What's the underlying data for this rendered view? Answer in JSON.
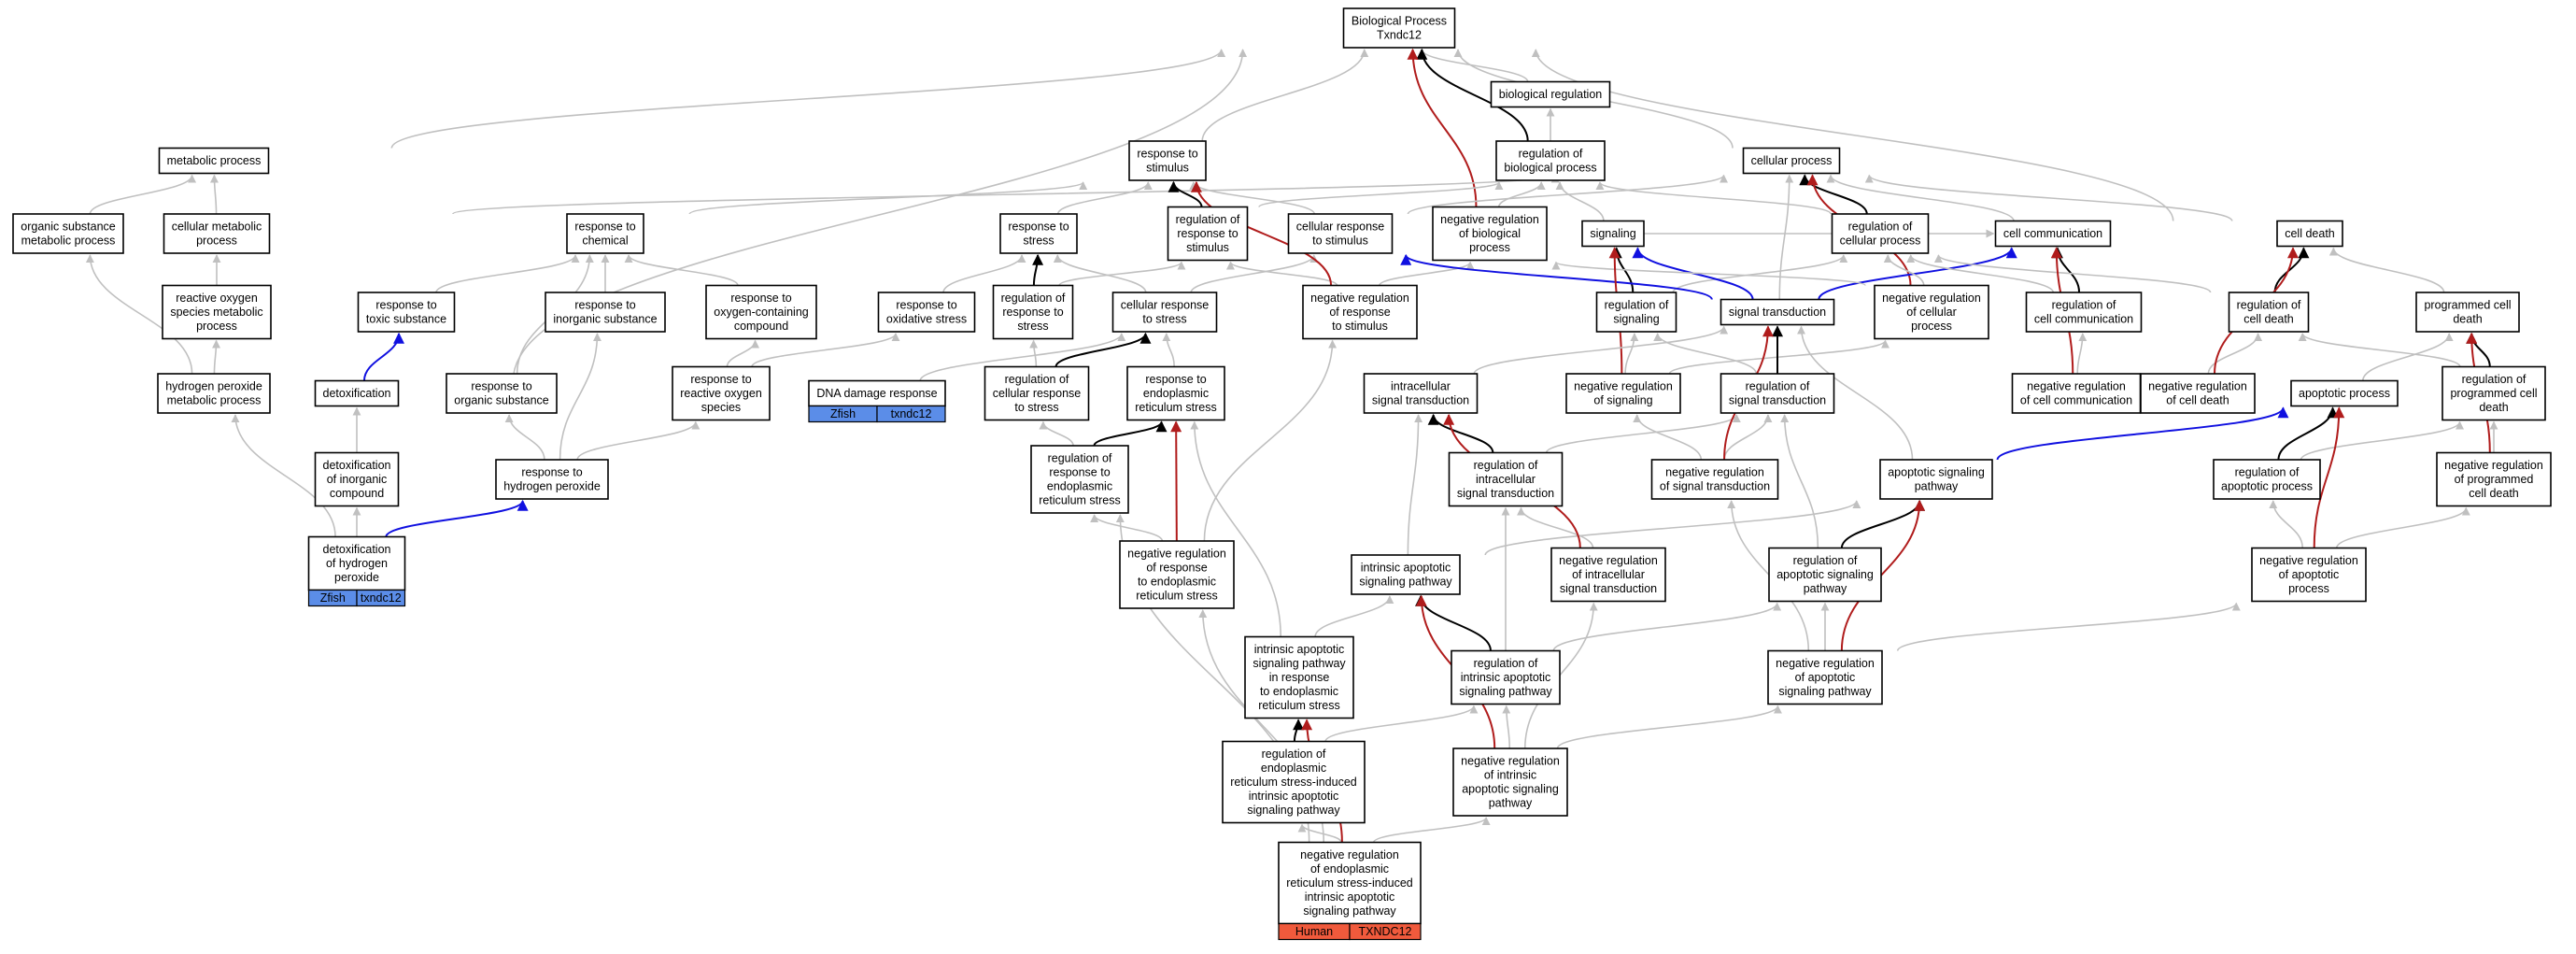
{
  "colors": {
    "node_fill": "#ffffff",
    "node_stroke": "#000000",
    "edge_is_a": "#c0c0c0",
    "edge_regulates": "#000000",
    "edge_negatively_regulates": "#b01c1c",
    "edge_positively_or_part": "#1010e0",
    "tag_zfish": "#5b8de8",
    "tag_human": "#f05a3c"
  },
  "nodes": [
    {
      "id": "bp",
      "lines": [
        "Biological Process",
        "Txndc12"
      ]
    },
    {
      "id": "biolreg",
      "lines": [
        "biological regulation"
      ]
    },
    {
      "id": "metab",
      "lines": [
        "metabolic process"
      ]
    },
    {
      "id": "rstim",
      "lines": [
        "response to",
        "stimulus"
      ]
    },
    {
      "id": "regbp",
      "lines": [
        "regulation of",
        "biological process"
      ]
    },
    {
      "id": "cellproc",
      "lines": [
        "cellular process"
      ]
    },
    {
      "id": "orgsub",
      "lines": [
        "organic substance",
        "metabolic process"
      ]
    },
    {
      "id": "cellmet",
      "lines": [
        "cellular metabolic",
        "process"
      ]
    },
    {
      "id": "rchem",
      "lines": [
        "response to",
        "chemical"
      ]
    },
    {
      "id": "rstress",
      "lines": [
        "response to",
        "stress"
      ]
    },
    {
      "id": "regrstim",
      "lines": [
        "regulation of",
        "response to",
        "stimulus"
      ]
    },
    {
      "id": "crstim",
      "lines": [
        "cellular response",
        "to stimulus"
      ]
    },
    {
      "id": "negregbp",
      "lines": [
        "negative regulation",
        "of biological",
        "process"
      ]
    },
    {
      "id": "signaling",
      "lines": [
        "signaling"
      ]
    },
    {
      "id": "regcp",
      "lines": [
        "regulation of",
        "cellular process"
      ]
    },
    {
      "id": "cellcomm",
      "lines": [
        "cell communication"
      ]
    },
    {
      "id": "celldeath",
      "lines": [
        "cell death"
      ]
    },
    {
      "id": "ros",
      "lines": [
        "reactive oxygen",
        "species metabolic",
        "process"
      ]
    },
    {
      "id": "rtoxic",
      "lines": [
        "response to",
        "toxic substance"
      ]
    },
    {
      "id": "rinorg",
      "lines": [
        "response to",
        "inorganic substance"
      ]
    },
    {
      "id": "roxy",
      "lines": [
        "response to",
        "oxygen-containing",
        "compound"
      ]
    },
    {
      "id": "roxstress",
      "lines": [
        "response to",
        "oxidative stress"
      ]
    },
    {
      "id": "regrstress",
      "lines": [
        "regulation of",
        "response to",
        "stress"
      ]
    },
    {
      "id": "crstress",
      "lines": [
        "cellular response",
        "to stress"
      ]
    },
    {
      "id": "negregrstim",
      "lines": [
        "negative regulation",
        "of response",
        "to stimulus"
      ]
    },
    {
      "id": "regsig",
      "lines": [
        "regulation of",
        "signaling"
      ]
    },
    {
      "id": "sigtrans",
      "lines": [
        "signal transduction"
      ]
    },
    {
      "id": "negregcp",
      "lines": [
        "negative regulation",
        "of cellular",
        "process"
      ]
    },
    {
      "id": "regcellcomm",
      "lines": [
        "regulation of",
        "cell communication"
      ]
    },
    {
      "id": "regcd",
      "lines": [
        "regulation of",
        "cell death"
      ]
    },
    {
      "id": "pcd",
      "lines": [
        "programmed cell",
        "death"
      ]
    },
    {
      "id": "h2o2met",
      "lines": [
        "hydrogen peroxide",
        "metabolic process"
      ]
    },
    {
      "id": "detox",
      "lines": [
        "detoxification"
      ]
    },
    {
      "id": "rorgsub",
      "lines": [
        "response to",
        "organic substance"
      ]
    },
    {
      "id": "rros",
      "lines": [
        "response to",
        "reactive oxygen",
        "species"
      ]
    },
    {
      "id": "dnadmg",
      "lines": [
        "DNA damage response"
      ],
      "tags": [
        {
          "label": "Zfish",
          "color": "#5b8de8"
        },
        {
          "label": "txndc12",
          "color": "#5b8de8"
        }
      ]
    },
    {
      "id": "regcrstress",
      "lines": [
        "regulation of",
        "cellular response",
        "to stress"
      ]
    },
    {
      "id": "rer",
      "lines": [
        "response to",
        "endoplasmic",
        "reticulum stress"
      ]
    },
    {
      "id": "intrsig",
      "lines": [
        "intracellular",
        "signal transduction"
      ]
    },
    {
      "id": "negregsig",
      "lines": [
        "negative regulation",
        "of signaling"
      ]
    },
    {
      "id": "regsigtrans",
      "lines": [
        "regulation of",
        "signal transduction"
      ]
    },
    {
      "id": "negregcellcomm",
      "lines": [
        "negative regulation",
        "of cell communication"
      ]
    },
    {
      "id": "negregcd",
      "lines": [
        "negative regulation",
        "of cell death"
      ]
    },
    {
      "id": "apoproc",
      "lines": [
        "apoptotic process"
      ]
    },
    {
      "id": "regpcd",
      "lines": [
        "regulation of",
        "programmed cell",
        "death"
      ]
    },
    {
      "id": "detoxinorg",
      "lines": [
        "detoxification",
        "of inorganic",
        "compound"
      ]
    },
    {
      "id": "rh2o2",
      "lines": [
        "response to",
        "hydrogen peroxide"
      ]
    },
    {
      "id": "regrer",
      "lines": [
        "regulation of",
        "response to",
        "endoplasmic",
        "reticulum stress"
      ]
    },
    {
      "id": "regintrsig",
      "lines": [
        "regulation of",
        "intracellular",
        "signal transduction"
      ]
    },
    {
      "id": "negregsigtrans",
      "lines": [
        "negative regulation",
        "of signal transduction"
      ]
    },
    {
      "id": "aposig",
      "lines": [
        "apoptotic signaling",
        "pathway"
      ]
    },
    {
      "id": "regapo",
      "lines": [
        "regulation of",
        "apoptotic process"
      ]
    },
    {
      "id": "negregpcd",
      "lines": [
        "negative regulation",
        "of programmed",
        "cell death"
      ]
    },
    {
      "id": "detoxh2o2",
      "lines": [
        "detoxification",
        "of hydrogen",
        "peroxide"
      ],
      "tags": [
        {
          "label": "Zfish",
          "color": "#5b8de8"
        },
        {
          "label": "txndc12",
          "color": "#5b8de8"
        }
      ]
    },
    {
      "id": "negregrer",
      "lines": [
        "negative regulation",
        "of response",
        "to endoplasmic",
        "reticulum stress"
      ]
    },
    {
      "id": "intrapo",
      "lines": [
        "intrinsic apoptotic",
        "signaling pathway"
      ]
    },
    {
      "id": "negregintrsig",
      "lines": [
        "negative regulation",
        "of intracellular",
        "signal transduction"
      ]
    },
    {
      "id": "regaposig",
      "lines": [
        "regulation of",
        "apoptotic signaling",
        "pathway"
      ]
    },
    {
      "id": "negregapo",
      "lines": [
        "negative regulation",
        "of apoptotic",
        "process"
      ]
    },
    {
      "id": "intrapoer",
      "lines": [
        "intrinsic apoptotic",
        "signaling pathway",
        "in response",
        "to endoplasmic",
        "reticulum stress"
      ]
    },
    {
      "id": "regintrapo",
      "lines": [
        "regulation of",
        "intrinsic apoptotic",
        "signaling pathway"
      ]
    },
    {
      "id": "negregaposig",
      "lines": [
        "negative regulation",
        "of apoptotic",
        "signaling pathway"
      ]
    },
    {
      "id": "regerintr",
      "lines": [
        "regulation of",
        "endoplasmic",
        "reticulum stress-induced",
        "intrinsic apoptotic",
        "signaling pathway"
      ]
    },
    {
      "id": "negregintrapo",
      "lines": [
        "negative regulation",
        "of intrinsic",
        "apoptotic signaling",
        "pathway"
      ]
    },
    {
      "id": "target",
      "lines": [
        "negative regulation",
        "of endoplasmic",
        "reticulum stress-induced",
        "intrinsic apoptotic",
        "signaling pathway"
      ],
      "tags": [
        {
          "label": "Human",
          "color": "#f05a3c"
        },
        {
          "label": "TXNDC12",
          "color": "#f05a3c"
        }
      ]
    }
  ],
  "edges": [
    [
      "biolreg",
      "bp",
      "gray"
    ],
    [
      "metab",
      "bp",
      "gray"
    ],
    [
      "rstim",
      "bp",
      "gray"
    ],
    [
      "regbp",
      "bp",
      "black"
    ],
    [
      "regbp",
      "biolreg",
      "gray"
    ],
    [
      "cellproc",
      "bp",
      "gray"
    ],
    [
      "negregbp",
      "bp",
      "red"
    ],
    [
      "detox",
      "bp",
      "gray"
    ],
    [
      "celldeath",
      "bp",
      "gray"
    ],
    [
      "orgsub",
      "metab",
      "gray"
    ],
    [
      "cellmet",
      "metab",
      "gray"
    ],
    [
      "cellmet",
      "cellproc",
      "gray"
    ],
    [
      "rchem",
      "rstim",
      "gray"
    ],
    [
      "rstress",
      "rstim",
      "gray"
    ],
    [
      "regrstim",
      "rstim",
      "black"
    ],
    [
      "regrstim",
      "regbp",
      "gray"
    ],
    [
      "crstim",
      "rstim",
      "gray"
    ],
    [
      "crstim",
      "cellproc",
      "gray"
    ],
    [
      "negregbp",
      "regbp",
      "gray"
    ],
    [
      "signaling",
      "regbp",
      "gray"
    ],
    [
      "regcp",
      "regbp",
      "gray"
    ],
    [
      "regcp",
      "cellproc",
      "black"
    ],
    [
      "cellcomm",
      "cellproc",
      "gray"
    ],
    [
      "celldeath",
      "cellproc",
      "gray"
    ],
    [
      "negregcp",
      "cellproc",
      "red"
    ],
    [
      "sigtrans",
      "cellproc",
      "gray"
    ],
    [
      "ros",
      "cellmet",
      "gray"
    ],
    [
      "h2o2met",
      "orgsub",
      "gray"
    ],
    [
      "h2o2met",
      "ros",
      "gray"
    ],
    [
      "rtoxic",
      "rchem",
      "gray"
    ],
    [
      "rinorg",
      "rchem",
      "gray"
    ],
    [
      "roxy",
      "rchem",
      "gray"
    ],
    [
      "rorgsub",
      "rchem",
      "gray"
    ],
    [
      "roxstress",
      "rstress",
      "gray"
    ],
    [
      "regrstress",
      "rstress",
      "black"
    ],
    [
      "regrstress",
      "regrstim",
      "gray"
    ],
    [
      "crstress",
      "rstress",
      "gray"
    ],
    [
      "crstress",
      "crstim",
      "gray"
    ],
    [
      "negregrstim",
      "regrstim",
      "gray"
    ],
    [
      "negregrstim",
      "negregbp",
      "gray"
    ],
    [
      "negregrstim",
      "rstim",
      "red"
    ],
    [
      "signaling",
      "cellcomm",
      "gray"
    ],
    [
      "regsig",
      "signaling",
      "black"
    ],
    [
      "regsig",
      "regcp",
      "gray"
    ],
    [
      "sigtrans",
      "signaling",
      "blue"
    ],
    [
      "sigtrans",
      "crstim",
      "blue"
    ],
    [
      "sigtrans",
      "cellcomm",
      "blue"
    ],
    [
      "negregcp",
      "regcp",
      "gray"
    ],
    [
      "negregcp",
      "negregbp",
      "gray"
    ],
    [
      "regcellcomm",
      "cellcomm",
      "black"
    ],
    [
      "regcellcomm",
      "regcp",
      "gray"
    ],
    [
      "regcd",
      "celldeath",
      "black"
    ],
    [
      "regcd",
      "regcp",
      "gray"
    ],
    [
      "pcd",
      "celldeath",
      "gray"
    ],
    [
      "detox",
      "rtoxic",
      "blue"
    ],
    [
      "detoxinorg",
      "detox",
      "gray"
    ],
    [
      "detoxh2o2",
      "detoxinorg",
      "gray"
    ],
    [
      "detoxh2o2",
      "h2o2met",
      "gray"
    ],
    [
      "detoxh2o2",
      "rh2o2",
      "blue"
    ],
    [
      "rros",
      "roxy",
      "gray"
    ],
    [
      "rros",
      "roxstress",
      "gray"
    ],
    [
      "rh2o2",
      "rros",
      "gray"
    ],
    [
      "rh2o2",
      "rorgsub",
      "gray"
    ],
    [
      "rh2o2",
      "rinorg",
      "gray"
    ],
    [
      "dnadmg",
      "crstress",
      "gray"
    ],
    [
      "regcrstress",
      "crstress",
      "black"
    ],
    [
      "regcrstress",
      "regrstress",
      "gray"
    ],
    [
      "rer",
      "crstress",
      "gray"
    ],
    [
      "negregsig",
      "regsig",
      "gray"
    ],
    [
      "negregsig",
      "negregcp",
      "gray"
    ],
    [
      "negregsig",
      "signaling",
      "red"
    ],
    [
      "regsigtrans",
      "sigtrans",
      "black"
    ],
    [
      "regsigtrans",
      "regsig",
      "gray"
    ],
    [
      "intrsig",
      "sigtrans",
      "gray"
    ],
    [
      "negregcellcomm",
      "regcellcomm",
      "gray"
    ],
    [
      "negregcellcomm",
      "cellcomm",
      "red"
    ],
    [
      "negregcd",
      "regcd",
      "gray"
    ],
    [
      "negregcd",
      "celldeath",
      "red"
    ],
    [
      "apoproc",
      "pcd",
      "gray"
    ],
    [
      "regpcd",
      "pcd",
      "black"
    ],
    [
      "regpcd",
      "regcd",
      "gray"
    ],
    [
      "regrer",
      "rer",
      "black"
    ],
    [
      "regrer",
      "regcrstress",
      "gray"
    ],
    [
      "regintrsig",
      "intrsig",
      "black"
    ],
    [
      "regintrsig",
      "regsigtrans",
      "gray"
    ],
    [
      "negregsigtrans",
      "regsigtrans",
      "gray"
    ],
    [
      "negregsigtrans",
      "negregsig",
      "gray"
    ],
    [
      "negregsigtrans",
      "sigtrans",
      "red"
    ],
    [
      "aposig",
      "sigtrans",
      "gray"
    ],
    [
      "aposig",
      "apoproc",
      "blue"
    ],
    [
      "regapo",
      "apoproc",
      "black"
    ],
    [
      "regapo",
      "regpcd",
      "gray"
    ],
    [
      "negregpcd",
      "regpcd",
      "gray"
    ],
    [
      "negregpcd",
      "pcd",
      "red"
    ],
    [
      "negregrer",
      "regrer",
      "gray"
    ],
    [
      "negregrer",
      "rer",
      "red"
    ],
    [
      "negregrer",
      "negregrstim",
      "gray"
    ],
    [
      "intrapo",
      "aposig",
      "gray"
    ],
    [
      "intrapo",
      "intrsig",
      "gray"
    ],
    [
      "negregintrsig",
      "regintrsig",
      "gray"
    ],
    [
      "negregintrsig",
      "intrsig",
      "red"
    ],
    [
      "regaposig",
      "aposig",
      "black"
    ],
    [
      "regaposig",
      "regsigtrans",
      "gray"
    ],
    [
      "negregapo",
      "regapo",
      "gray"
    ],
    [
      "negregapo",
      "apoproc",
      "red"
    ],
    [
      "negregapo",
      "negregpcd",
      "gray"
    ],
    [
      "intrapoer",
      "intrapo",
      "gray"
    ],
    [
      "intrapoer",
      "rer",
      "gray"
    ],
    [
      "regintrapo",
      "intrapo",
      "black"
    ],
    [
      "regintrapo",
      "regaposig",
      "gray"
    ],
    [
      "regintrapo",
      "regintrsig",
      "gray"
    ],
    [
      "negregaposig",
      "regaposig",
      "gray"
    ],
    [
      "negregaposig",
      "aposig",
      "red"
    ],
    [
      "negregaposig",
      "negregsigtrans",
      "gray"
    ],
    [
      "negregaposig",
      "negregapo",
      "gray"
    ],
    [
      "regerintr",
      "intrapoer",
      "black"
    ],
    [
      "regerintr",
      "regintrapo",
      "gray"
    ],
    [
      "negregintrapo",
      "regintrapo",
      "gray"
    ],
    [
      "negregintrapo",
      "intrapo",
      "red"
    ],
    [
      "negregintrapo",
      "negregaposig",
      "gray"
    ],
    [
      "negregintrapo",
      "negregintrsig",
      "gray"
    ],
    [
      "target",
      "regerintr",
      "gray"
    ],
    [
      "target",
      "intrapoer",
      "red"
    ],
    [
      "target",
      "negregintrapo",
      "gray"
    ],
    [
      "target",
      "negregrer",
      "gray"
    ],
    [
      "target",
      "regrer",
      "gray"
    ]
  ]
}
